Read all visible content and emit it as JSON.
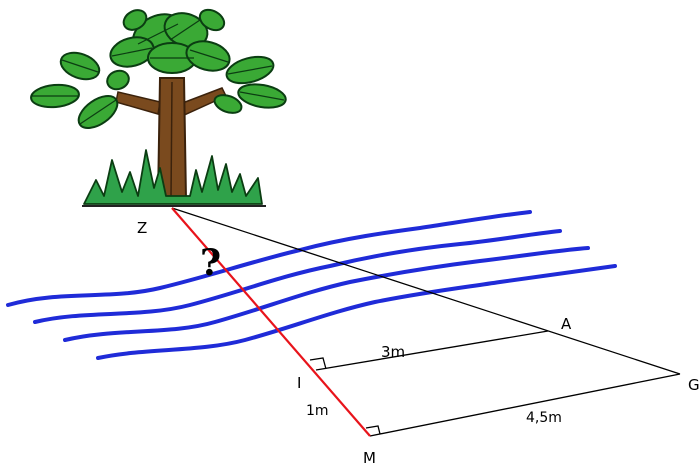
{
  "points": {
    "Z": "Z",
    "A": "A",
    "G": "G",
    "I": "I",
    "M": "M"
  },
  "measurements": {
    "IA": "3m",
    "IM": "1m",
    "MG": "4,5m"
  },
  "unknown_marker": "?",
  "colors": {
    "river": "#1f2bd8",
    "unknown_segment": "#e8141b",
    "construction_lines": "#000000",
    "leaf": "#3aa935",
    "leaf_outline": "#0b3d12",
    "trunk": "#7a4a1e",
    "grass": "#2fa24a"
  },
  "icons": {
    "tree": "tree-icon",
    "grass": "grass-icon",
    "river": "river-icon"
  }
}
